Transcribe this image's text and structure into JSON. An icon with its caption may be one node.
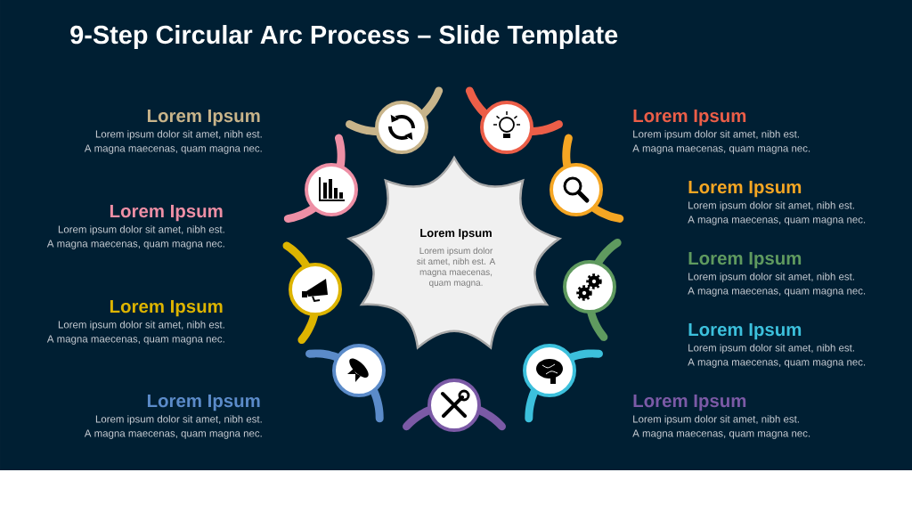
{
  "diagram": {
    "title": "9-Step Circular Arc Process – Slide Template",
    "nodes": [
      {
        "text": [
          "Lorem Ipsum",
          "Lorem ipsum dolor sit amet, nibh est. A magna maecenas, quam magna."
        ]
      }
    ],
    "labels": [
      "Lorem Ipsum",
      "Lorem ipsum dolor sit amet, nibh est. A magna maecenas, quam magna nec.",
      "Lorem Ipsum",
      "Lorem ipsum dolor sit amet, nibh est. A magna maecenas, quam magna nec.",
      "Lorem Ipsum",
      "Lorem ipsum dolor sit amet, nibh est. A magna maecenas, quam magna nec.",
      "Lorem Ipsum",
      "Lorem ipsum dolor sit amet, nibh est. A magna maecenas, quam magna nec.",
      "Lorem Ipsum",
      "Lorem ipsum dolor sit amet, nibh est. A magna maecenas, quam magna nec.",
      "Lorem Ipsum",
      "Lorem ipsum dolor sit amet, nibh est. A magna maecenas, quam magna nec.",
      "Lorem Ipsum",
      "Lorem ipsum dolor sit amet, nibh est. A magna maecenas, quam magna nec.",
      "Lorem Ipsum",
      "Lorem ipsum dolor sit amet, nibh est. A magna maecenas, quam magna nec.",
      "Lorem Ipsum",
      "Lorem ipsum dolor sit amet, nibh est. A magna maecenas, quam magna nec."
    ]
  }
}
